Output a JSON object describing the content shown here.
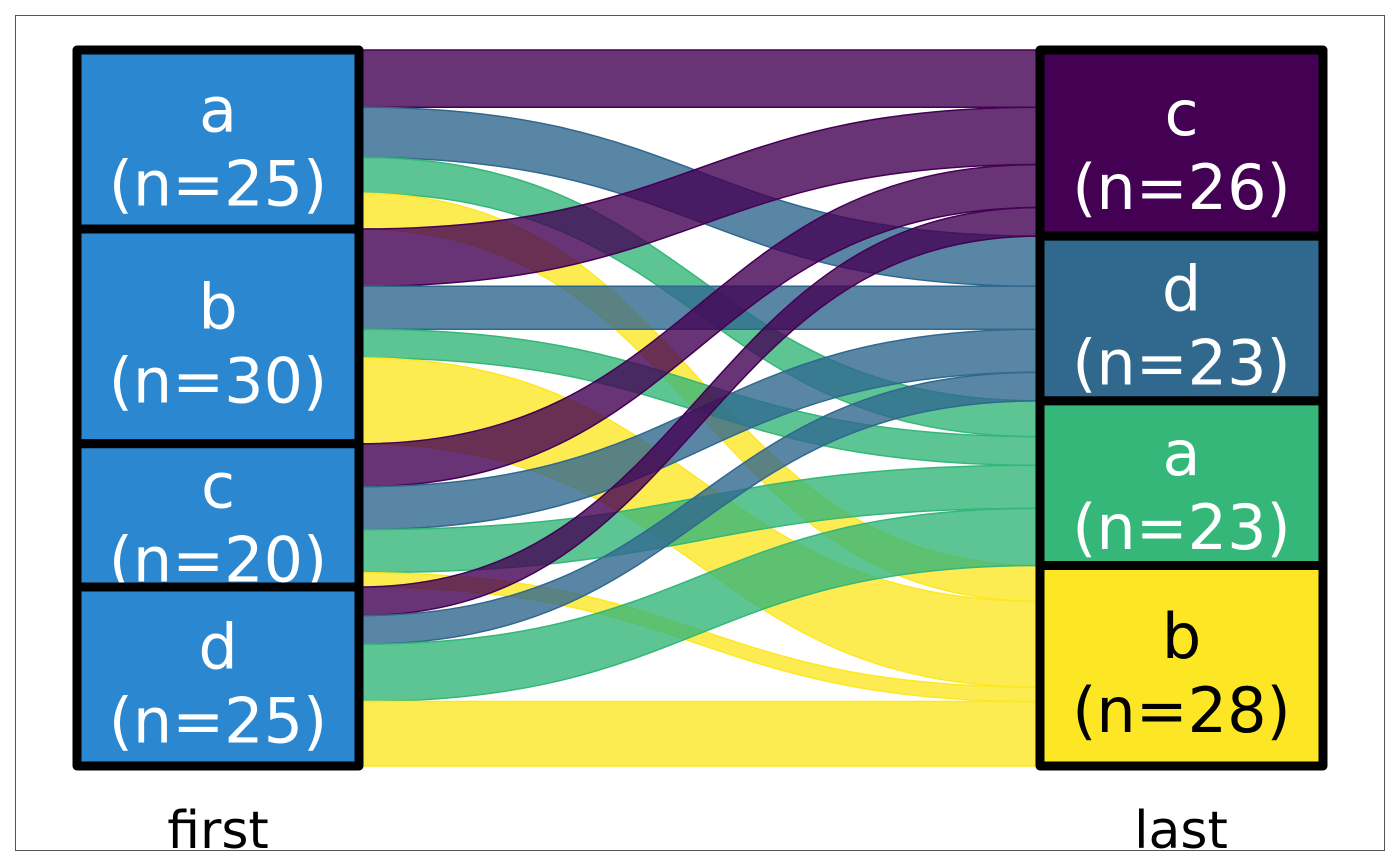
{
  "chart_data": {
    "type": "sankey",
    "axis_labels": [
      "first",
      "last"
    ],
    "left_nodes": [
      {
        "label": "a",
        "count_text": "(n=25)",
        "n": 25,
        "color": "#2b87cf"
      },
      {
        "label": "b",
        "count_text": "(n=30)",
        "n": 30,
        "color": "#2b87cf"
      },
      {
        "label": "c",
        "count_text": "(n=20)",
        "n": 20,
        "color": "#2b87cf"
      },
      {
        "label": "d",
        "count_text": "(n=25)",
        "n": 25,
        "color": "#2b87cf"
      }
    ],
    "right_nodes": [
      {
        "label": "c",
        "count_text": "(n=26)",
        "n": 26,
        "color": "#440154"
      },
      {
        "label": "d",
        "count_text": "(n=23)",
        "n": 23,
        "color": "#31688e"
      },
      {
        "label": "a",
        "count_text": "(n=23)",
        "n": 23,
        "color": "#35b779"
      },
      {
        "label": "b",
        "count_text": "(n=28)",
        "n": 28,
        "color": "#fde725"
      }
    ],
    "flows": [
      {
        "from": "a",
        "to": "c",
        "value": 8
      },
      {
        "from": "a",
        "to": "d",
        "value": 7
      },
      {
        "from": "a",
        "to": "a",
        "value": 5
      },
      {
        "from": "a",
        "to": "b",
        "value": 5
      },
      {
        "from": "b",
        "to": "c",
        "value": 8
      },
      {
        "from": "b",
        "to": "d",
        "value": 6
      },
      {
        "from": "b",
        "to": "a",
        "value": 4
      },
      {
        "from": "b",
        "to": "b",
        "value": 12
      },
      {
        "from": "c",
        "to": "c",
        "value": 6
      },
      {
        "from": "c",
        "to": "d",
        "value": 6
      },
      {
        "from": "c",
        "to": "a",
        "value": 6
      },
      {
        "from": "c",
        "to": "b",
        "value": 2
      },
      {
        "from": "d",
        "to": "c",
        "value": 4
      },
      {
        "from": "d",
        "to": "d",
        "value": 4
      },
      {
        "from": "d",
        "to": "a",
        "value": 8
      },
      {
        "from": "d",
        "to": "b",
        "value": 9
      }
    ],
    "legend": "none",
    "grid": false
  }
}
